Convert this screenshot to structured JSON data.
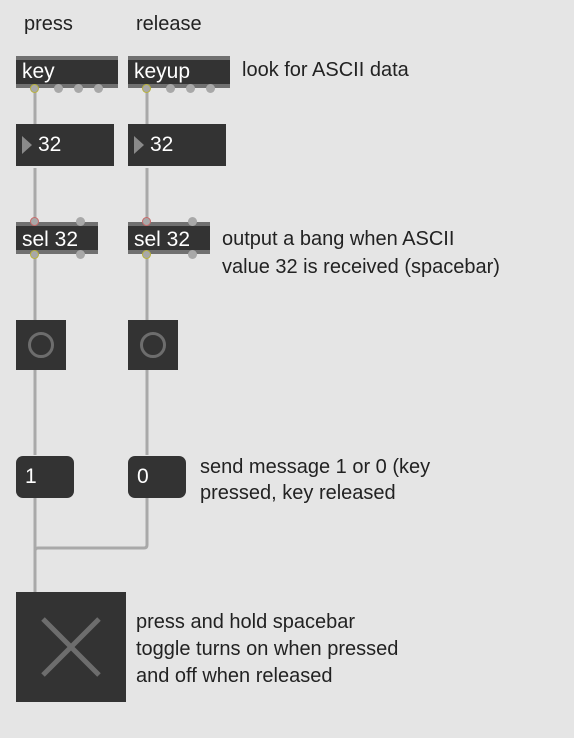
{
  "headers": {
    "press": "press",
    "release": "release"
  },
  "objects": {
    "key": "key",
    "keyup": "keyup",
    "sel_left": "sel 32",
    "sel_right": "sel 32"
  },
  "numbers": {
    "left": "32",
    "right": "32"
  },
  "messages": {
    "left": "1",
    "right": "0"
  },
  "comments": {
    "ascii": "look for ASCII data",
    "bang_line1": "output a bang when ASCII",
    "bang_line2": "value 32 is received (spacebar)",
    "msg_line1": "send message 1 or 0 (key",
    "msg_line2": "pressed, key released",
    "toggle_line1": "press and hold spacebar",
    "toggle_line2": "toggle turns on when pressed",
    "toggle_line3": "and off when released"
  },
  "colors": {
    "background": "#e5e5e5",
    "object": "#333333",
    "patchcord": "#a9a9a9",
    "hot_inlet": "#c96a6a",
    "outlet": "#b8b23a"
  },
  "icons": {
    "toggle": "x-icon",
    "bang": "circle-icon",
    "number": "triangle-icon"
  }
}
